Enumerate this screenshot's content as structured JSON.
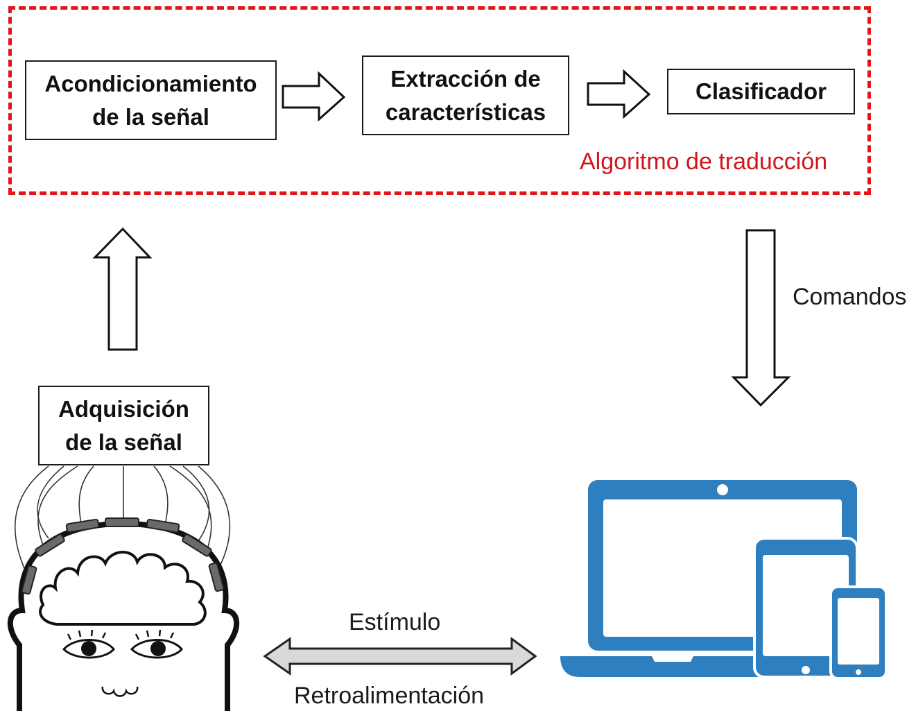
{
  "algorithm": {
    "label": "Algoritmo de traducción",
    "border_color": "#e0161b",
    "blocks": [
      {
        "line1": "Acondicionamiento",
        "line2": "de la señal"
      },
      {
        "line1": "Extracción de",
        "line2": "características"
      },
      {
        "line1": "Clasificador"
      }
    ]
  },
  "acquisition": {
    "line1": "Adquisición",
    "line2": "de la señal"
  },
  "commands_label": "Comandos",
  "stimulus_label": "Estímulo",
  "feedback_label": "Retroalimentación",
  "colors": {
    "devices": "#2e7fbf",
    "feedback_arrow_fill": "#d9d9d9"
  },
  "icons": [
    "head-with-eeg-electrodes-icon",
    "devices-icon"
  ]
}
